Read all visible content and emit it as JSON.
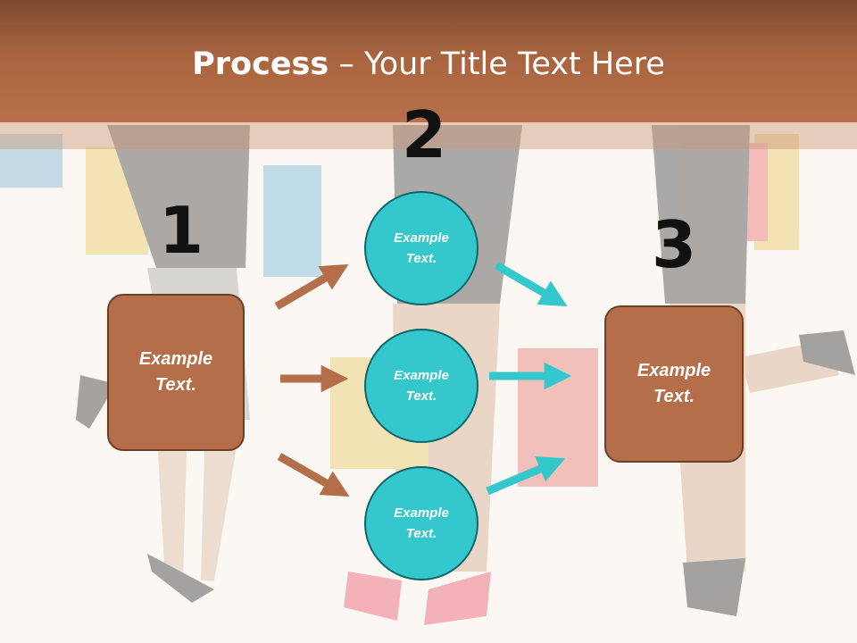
{
  "title": {
    "bold": "Process",
    "rest": " – Your Title Text Here"
  },
  "steps": [
    "1",
    "2",
    "3"
  ],
  "left_box": "Example Text.",
  "circles": [
    "Example Text.",
    "Example Text.",
    "Example Text."
  ],
  "right_box": "Example Text.",
  "colors": {
    "header": "#a8643f",
    "box": "#b46f4a",
    "circle": "#34c8cc",
    "arrow_brown": "#b46f4a",
    "arrow_teal": "#34c8cc"
  }
}
